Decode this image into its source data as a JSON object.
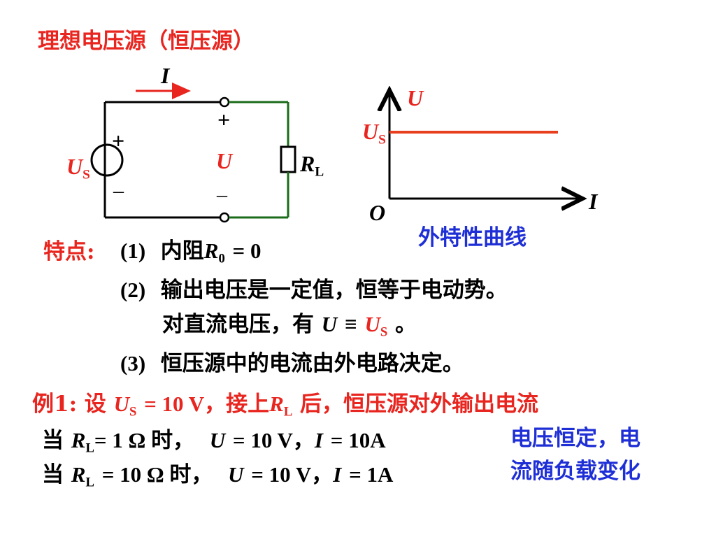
{
  "title": "理想电压源（恒压源）",
  "colors": {
    "red": "#e8251f",
    "blue": "#1f2fd6",
    "green": "#1a6b1a",
    "orange": "#e8401f"
  },
  "circuit": {
    "current_label": "I",
    "plus_top": "+",
    "voltage_label": "U",
    "minus_bottom": "–",
    "source_plus": "+",
    "source_minus": "–",
    "source_label": "U",
    "source_sub": "S",
    "load_label": "R",
    "load_sub": "L"
  },
  "graph": {
    "y_axis_label": "U",
    "x_axis_label": "I",
    "origin_label": "O",
    "level_label": "U",
    "level_sub": "S",
    "caption": "外特性曲线"
  },
  "features": {
    "heading": "特点:",
    "p1_num": "(1)",
    "p1_text": "内阻",
    "p1_r": "R",
    "p1_sub": "0",
    "p1_eq": "= 0",
    "p2_num": "(2)",
    "p2_text": "输出电压是一定值，恒等于电动势。",
    "p2b_text": "对直流电压，有",
    "p2b_u": "U",
    "p2b_eq": "≡",
    "p2b_us": "U",
    "p2b_us_sub": "S",
    "p2b_end": "。",
    "p3_num": "(3)",
    "p3_text": "恒压源中的电流由外电路决定。"
  },
  "example": {
    "prefix": "例1: 设",
    "us": "U",
    "us_sub": "S",
    "eq": "= 10 V，接上",
    "rl": "R",
    "rl_sub": "L",
    "suffix": "后，恒压源对外输出电流",
    "row1_when": "当",
    "row1_r": "R",
    "row1_sub": "L",
    "row1_val": "= 1 Ω  时，",
    "row1_u": "U",
    "row1_uval": "= 10 V，",
    "row1_i": "I",
    "row1_ival": "= 10A",
    "row2_when": "当",
    "row2_r": "R",
    "row2_sub": "L",
    "row2_val": "= 10 Ω  时，",
    "row2_u": "U",
    "row2_uval": "= 10 V，",
    "row2_i": "I",
    "row2_ival": "= 1A",
    "note_line1": "电压恒定，电",
    "note_line2": "流随负载变化"
  }
}
